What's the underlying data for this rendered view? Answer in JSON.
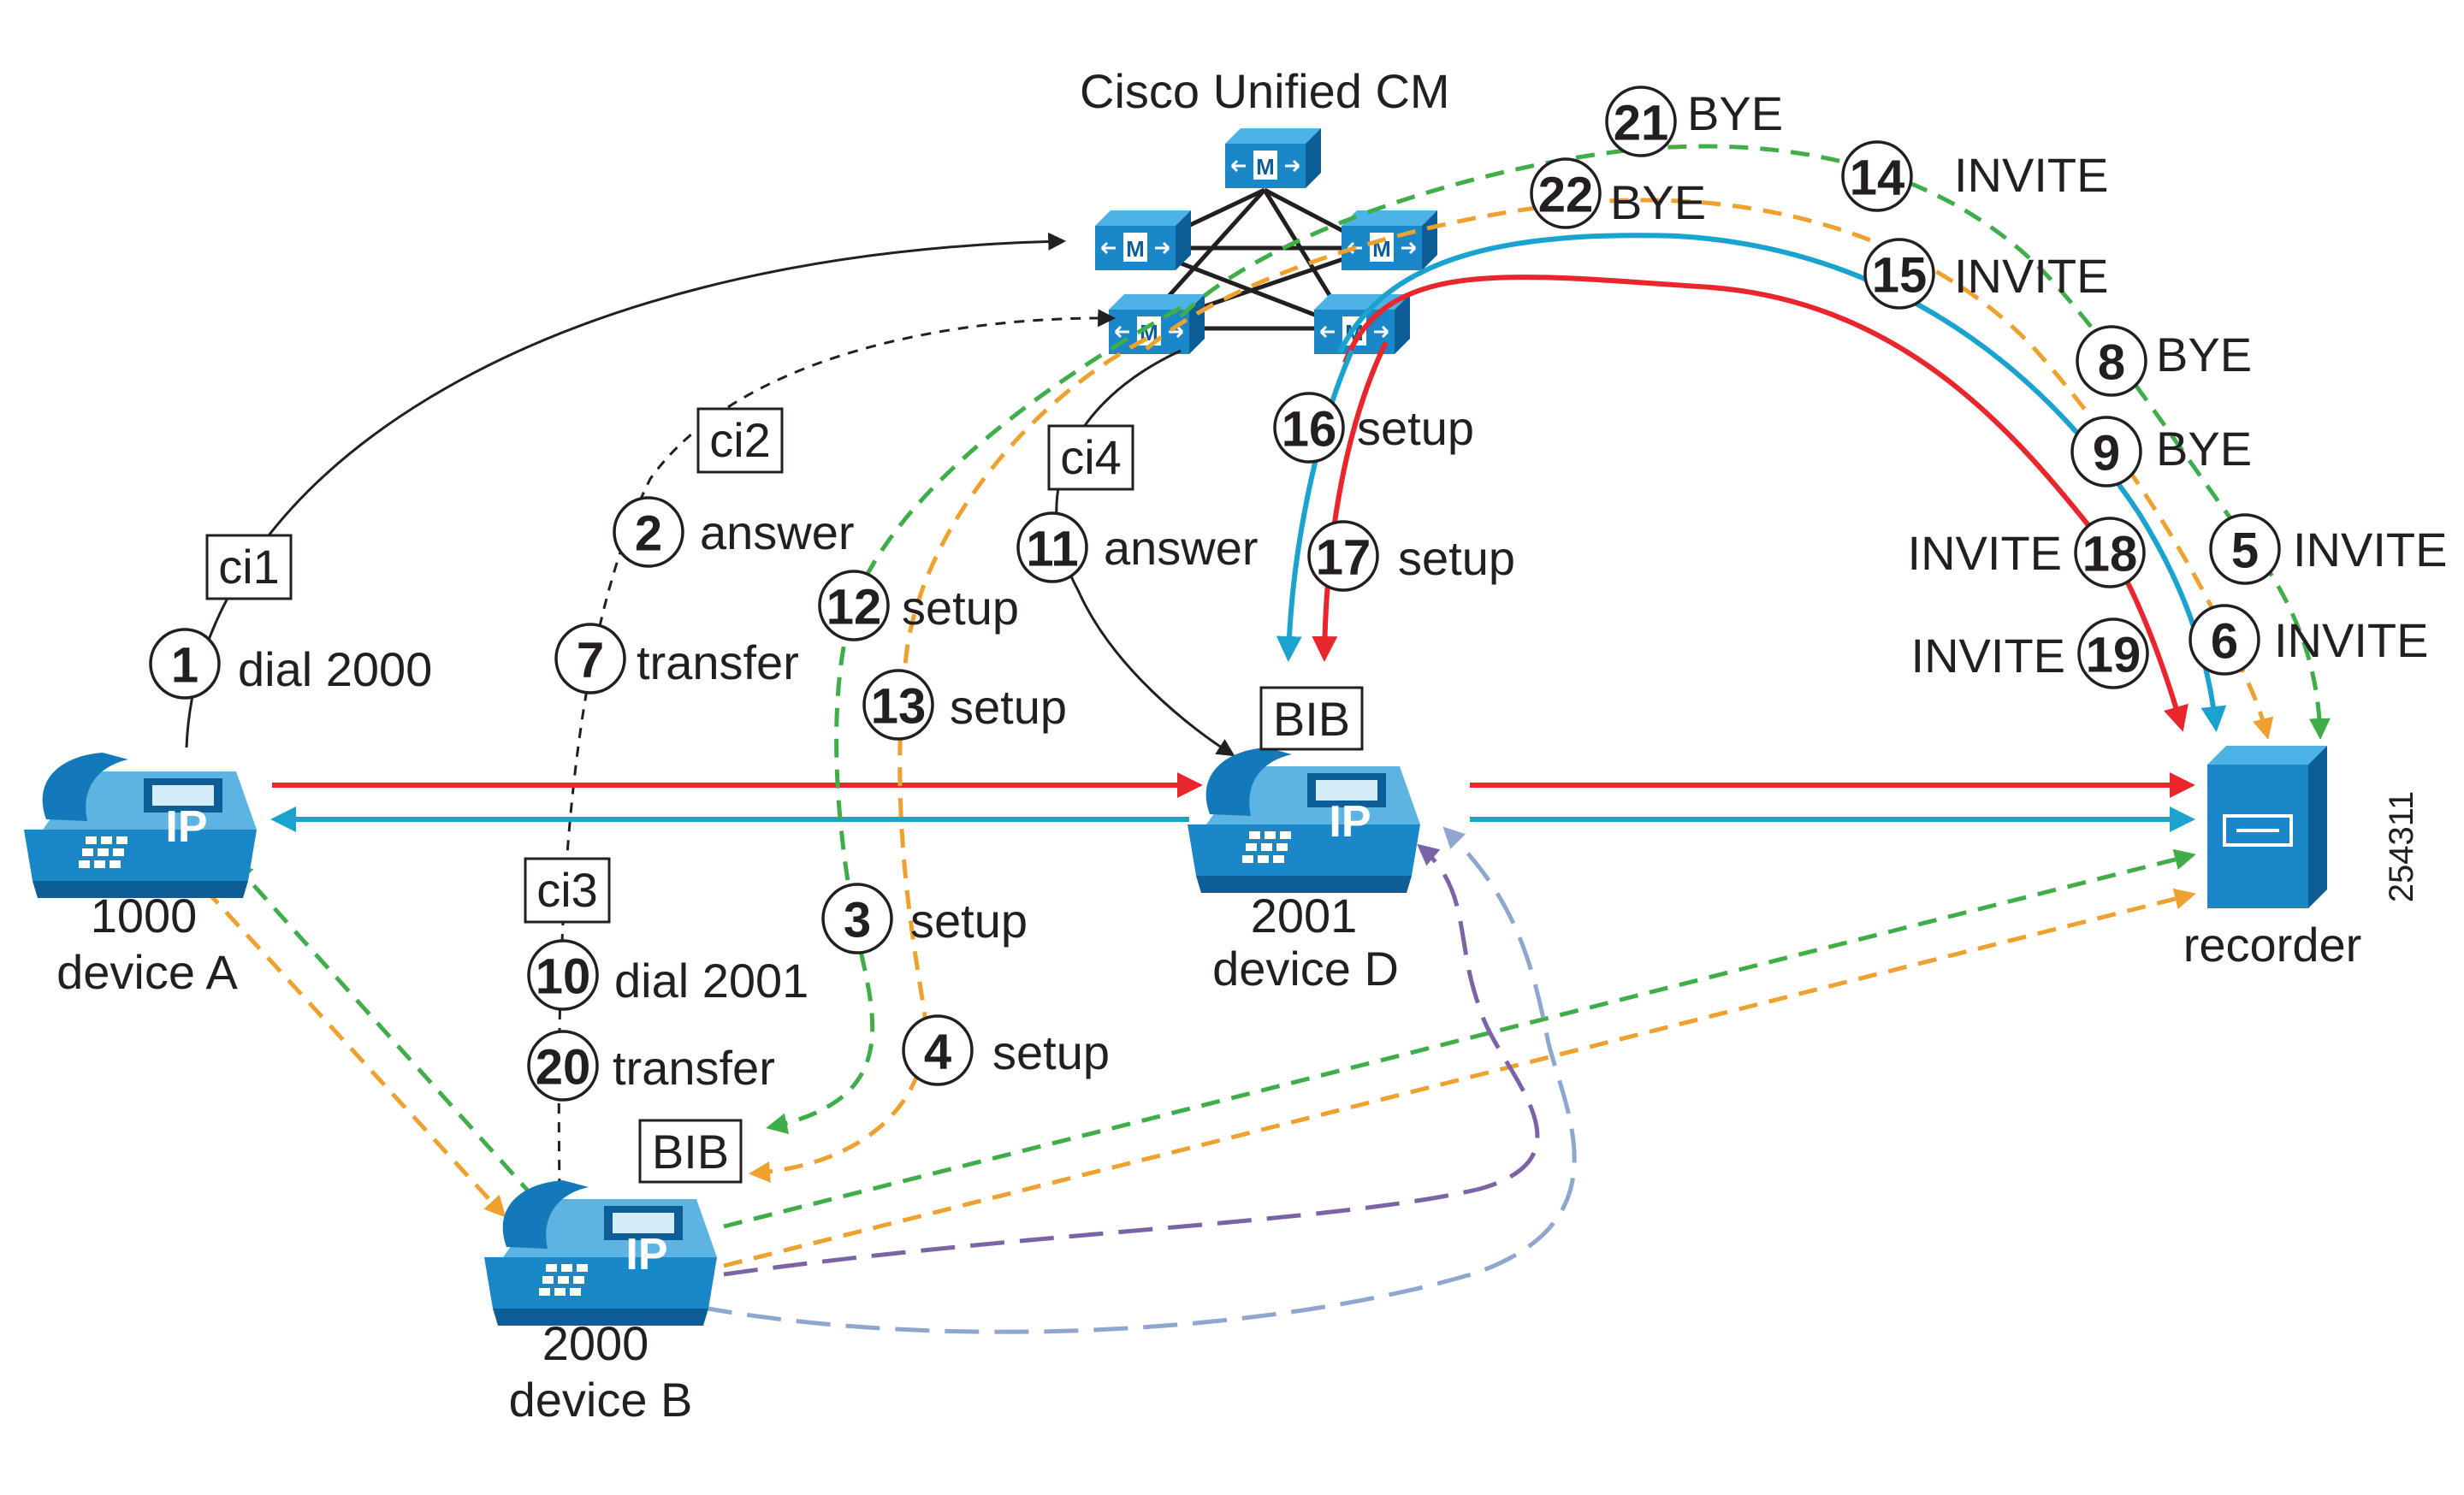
{
  "title": "Cisco Unified CM",
  "figure_id": "254311",
  "colors": {
    "red": "#e8262b",
    "cyan": "#1aa3cf",
    "green": "#3fae49",
    "orange": "#eea12e",
    "purple": "#7b64a6",
    "lightblue": "#8fa7cf",
    "black": "#231f20",
    "device_blue": "#1a87c9",
    "device_dark": "#0d5e96"
  },
  "devices": {
    "a": {
      "number": "1000",
      "name": "device A",
      "icon": "ip-phone-icon",
      "icon_text": "IP"
    },
    "b": {
      "number": "2000",
      "name": "device B",
      "icon": "ip-phone-icon",
      "icon_text": "IP"
    },
    "d": {
      "number": "2001",
      "name": "device D",
      "icon": "ip-phone-icon",
      "icon_text": "IP"
    },
    "recorder": {
      "name": "recorder",
      "icon": "recorder-server-icon"
    }
  },
  "server_icon": {
    "icon": "call-manager-server-icon",
    "text": "M"
  },
  "boxes": {
    "ci1": "ci1",
    "ci2": "ci2",
    "ci3": "ci3",
    "ci4": "ci4",
    "bib_b": "BIB",
    "bib_d": "BIB"
  },
  "steps": {
    "s1": {
      "num": "1",
      "text": "dial 2000"
    },
    "s2": {
      "num": "2",
      "text": "answer"
    },
    "s3": {
      "num": "3",
      "text": "setup"
    },
    "s4": {
      "num": "4",
      "text": "setup"
    },
    "s5": {
      "num": "5",
      "text": "INVITE"
    },
    "s6": {
      "num": "6",
      "text": "INVITE"
    },
    "s7": {
      "num": "7",
      "text": "transfer"
    },
    "s8": {
      "num": "8",
      "text": "BYE"
    },
    "s9": {
      "num": "9",
      "text": "BYE"
    },
    "s10": {
      "num": "10",
      "text": "dial 2001"
    },
    "s11": {
      "num": "11",
      "text": "answer"
    },
    "s12": {
      "num": "12",
      "text": "setup"
    },
    "s13": {
      "num": "13",
      "text": "setup"
    },
    "s14": {
      "num": "14",
      "text": "INVITE"
    },
    "s15": {
      "num": "15",
      "text": "INVITE"
    },
    "s16": {
      "num": "16",
      "text": "setup"
    },
    "s17": {
      "num": "17",
      "text": "setup"
    },
    "s18": {
      "num": "18",
      "text": "INVITE"
    },
    "s19": {
      "num": "19",
      "text": "INVITE"
    },
    "s20": {
      "num": "20",
      "text": "transfer"
    },
    "s21": {
      "num": "21",
      "text": "BYE"
    },
    "s22": {
      "num": "22",
      "text": "BYE"
    }
  }
}
